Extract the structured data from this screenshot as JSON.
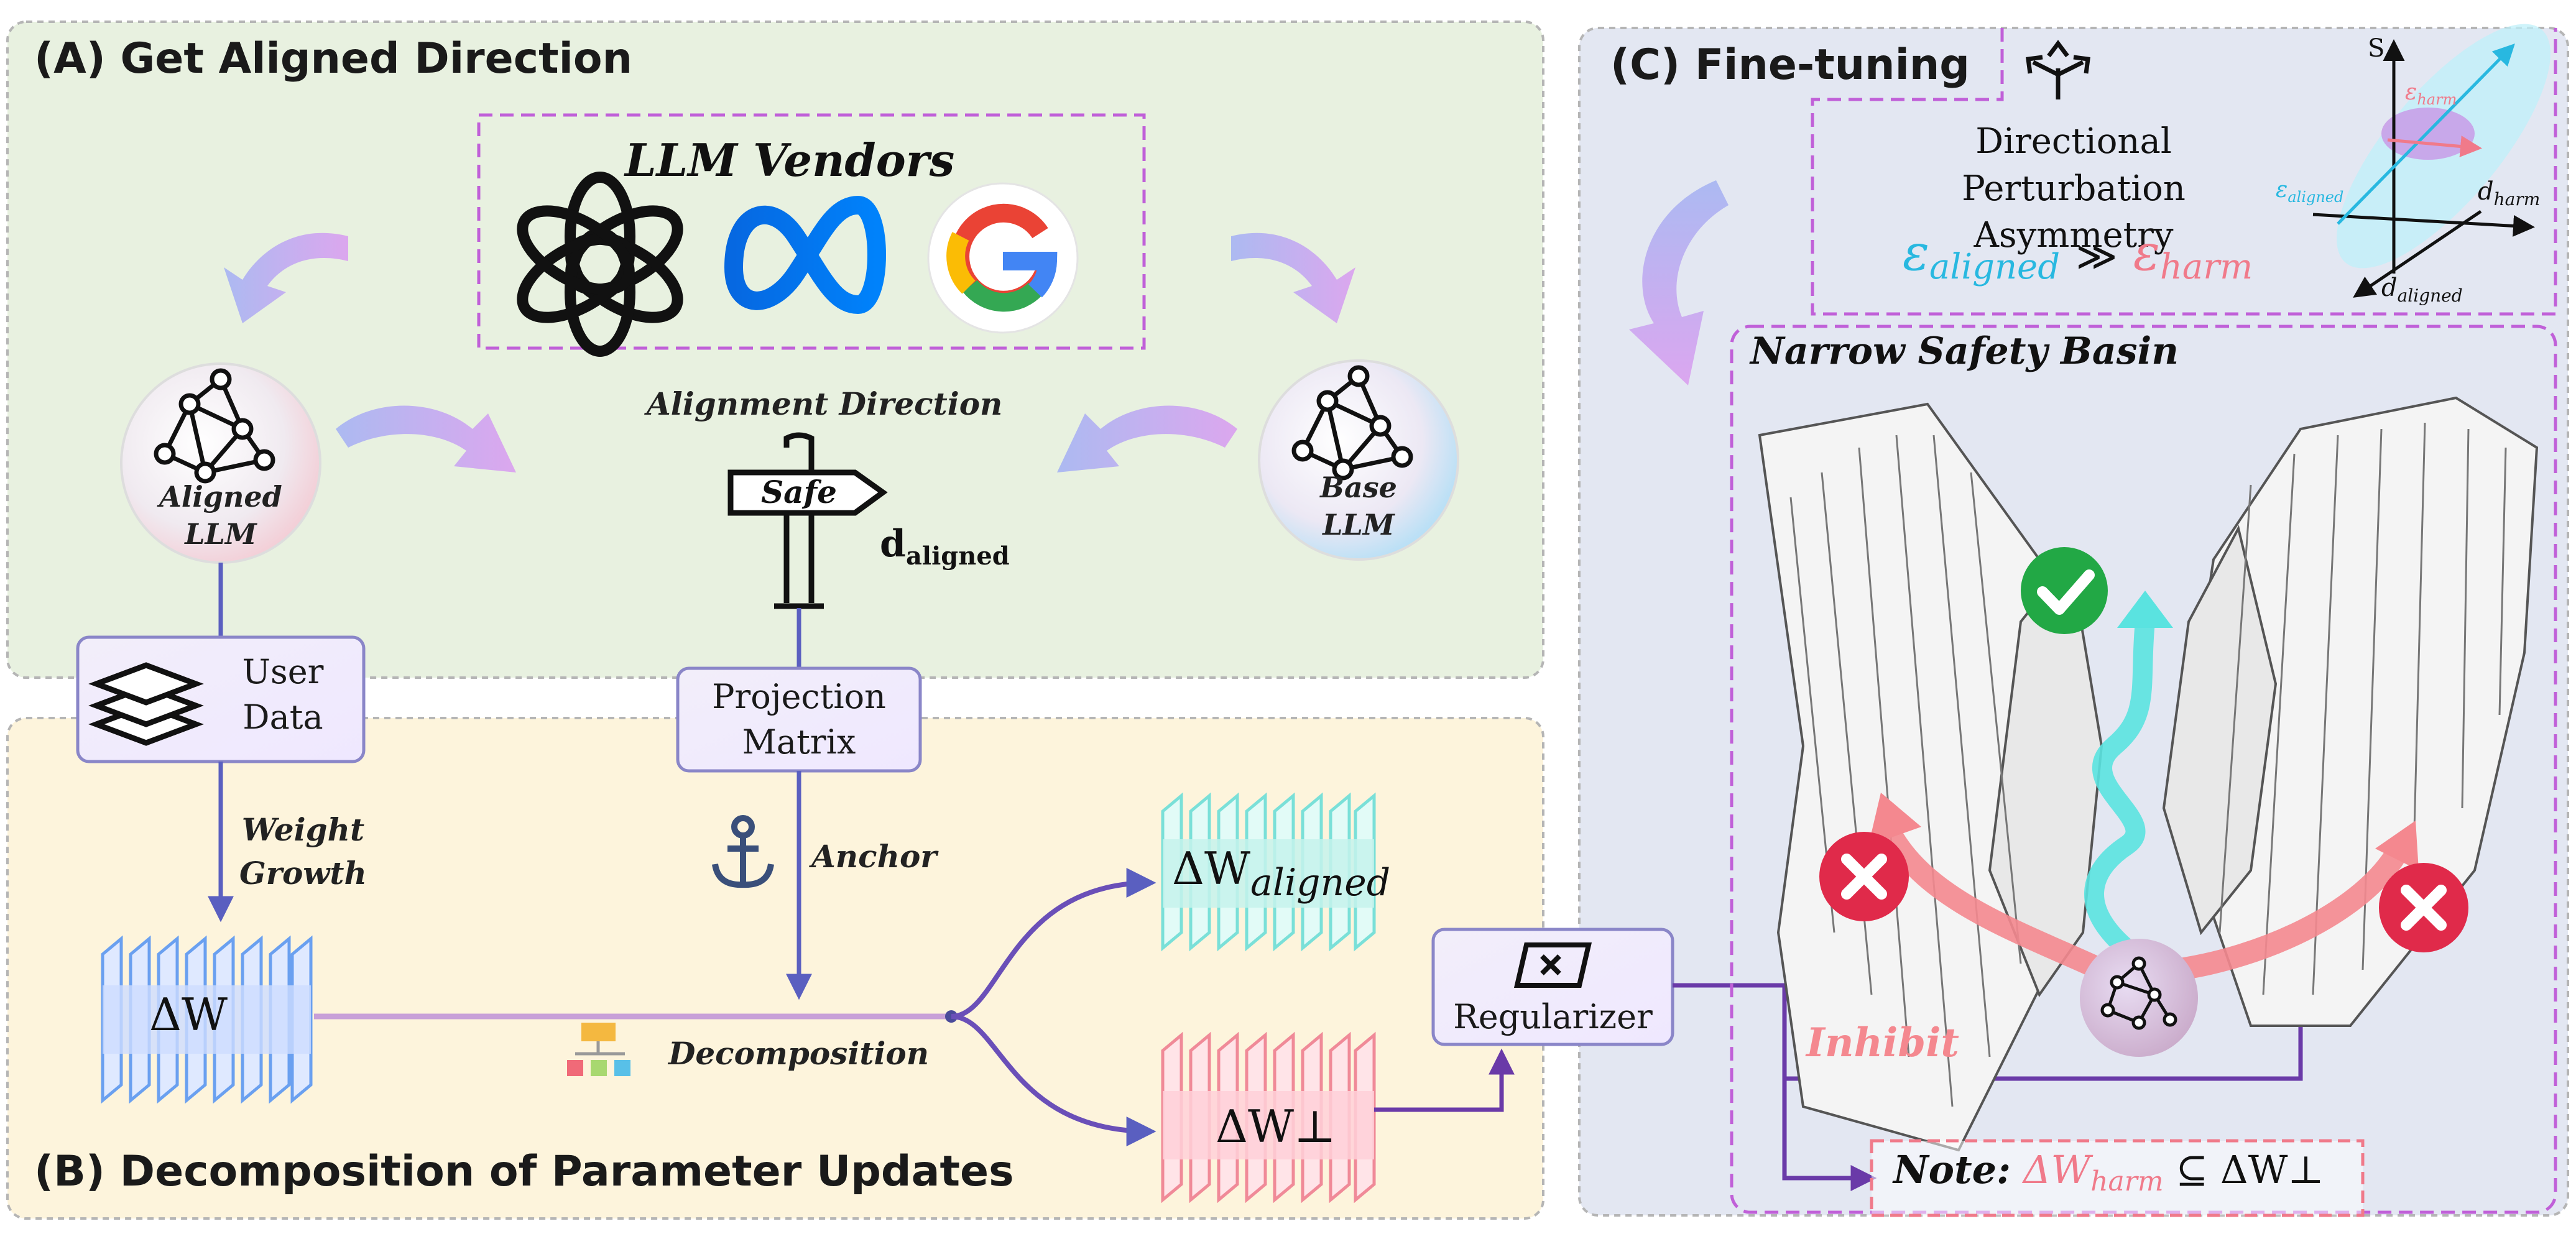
{
  "panels": {
    "a_title": "(A) Get Aligned Direction",
    "b_title": "(B) Decomposition of Parameter Updates",
    "c_title": "(C) Fine-tuning"
  },
  "vendors": {
    "title": "LLM Vendors",
    "icons": [
      "openai-logo",
      "meta-logo",
      "google-logo"
    ]
  },
  "models": {
    "aligned_line1": "Aligned",
    "aligned_line2": "LLM",
    "base_line1": "Base",
    "base_line2": "LLM"
  },
  "direction": {
    "label": "Alignment Direction",
    "sign": "Safe",
    "symbol_main": "d",
    "symbol_sub": "aligned"
  },
  "boxes": {
    "user_data_line1": "User",
    "user_data_line2": "Data",
    "projection_line1": "Projection",
    "projection_line2": "Matrix",
    "regularizer": "Regularizer"
  },
  "flow": {
    "weight_growth_line1": "Weight",
    "weight_growth_line2": "Growth",
    "anchor": "Anchor",
    "decomposition": "Decomposition",
    "delta_w": "ΔW",
    "delta_w_aligned_main": "ΔW",
    "delta_w_aligned_sub": "aligned",
    "delta_w_perp": "ΔW⊥"
  },
  "finetune": {
    "asymmetry_line1": "Directional Perturbation",
    "asymmetry_line2": "Asymmetry",
    "eps_aligned": "ε",
    "eps_aligned_sub": "aligned",
    "much_greater": "≫",
    "eps_harm": "ε",
    "eps_harm_sub": "harm",
    "axis_s": "S",
    "axis_harm_main": "d",
    "axis_harm_sub": "harm",
    "axis_aligned_main": "d",
    "axis_aligned_sub": "aligned",
    "ellipse_harm_main": "ε",
    "ellipse_harm_sub": "harm",
    "ellipse_aligned_main": "ε",
    "ellipse_aligned_sub": "aligned",
    "basin_title": "Narrow Safety Basin",
    "inhibit": "Inhibit",
    "note_label": "Note:",
    "note_harm": "ΔW",
    "note_harm_sub": "harm",
    "note_rest": "⊆ ΔW⊥"
  },
  "colors": {
    "panel_a_bg": "#e8f1e0",
    "panel_b_bg": "#fdf4dc",
    "panel_c_bg": "#e3e7f2",
    "purple_dash": "#c060d8",
    "flow_line": "#5a5fc0",
    "aligned_cyan": "#28b8e0",
    "harm_pink": "#f07a8a",
    "arrow_lilac": "#c9a0f0"
  }
}
